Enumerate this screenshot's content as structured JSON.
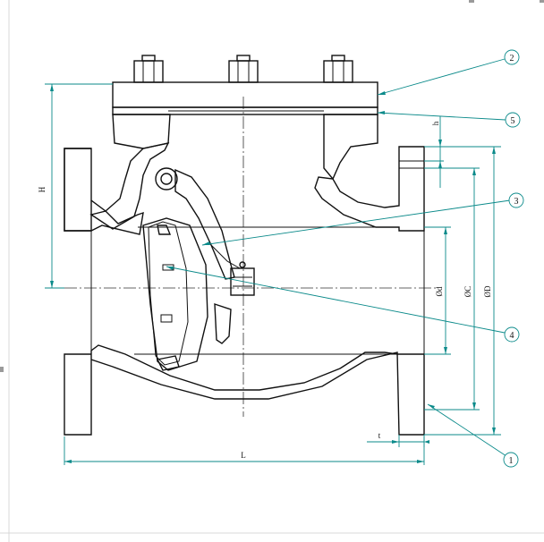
{
  "drawing": {
    "colors": {
      "outline": "#111111",
      "leader": "#0b8a8a",
      "background": "#ffffff"
    },
    "dimensions": {
      "length": "L",
      "height": "H",
      "flange_thickness": "t",
      "gasket_gap": "h",
      "diameter_d": "ØD",
      "diameter_c": "ØC",
      "diameter_small_d": "Ød"
    },
    "callouts": [
      {
        "number": "1",
        "part": "body-flange"
      },
      {
        "number": "2",
        "part": "bonnet-cover"
      },
      {
        "number": "3",
        "part": "disc-arm"
      },
      {
        "number": "4",
        "part": "disc"
      },
      {
        "number": "5",
        "part": "gasket"
      }
    ]
  }
}
